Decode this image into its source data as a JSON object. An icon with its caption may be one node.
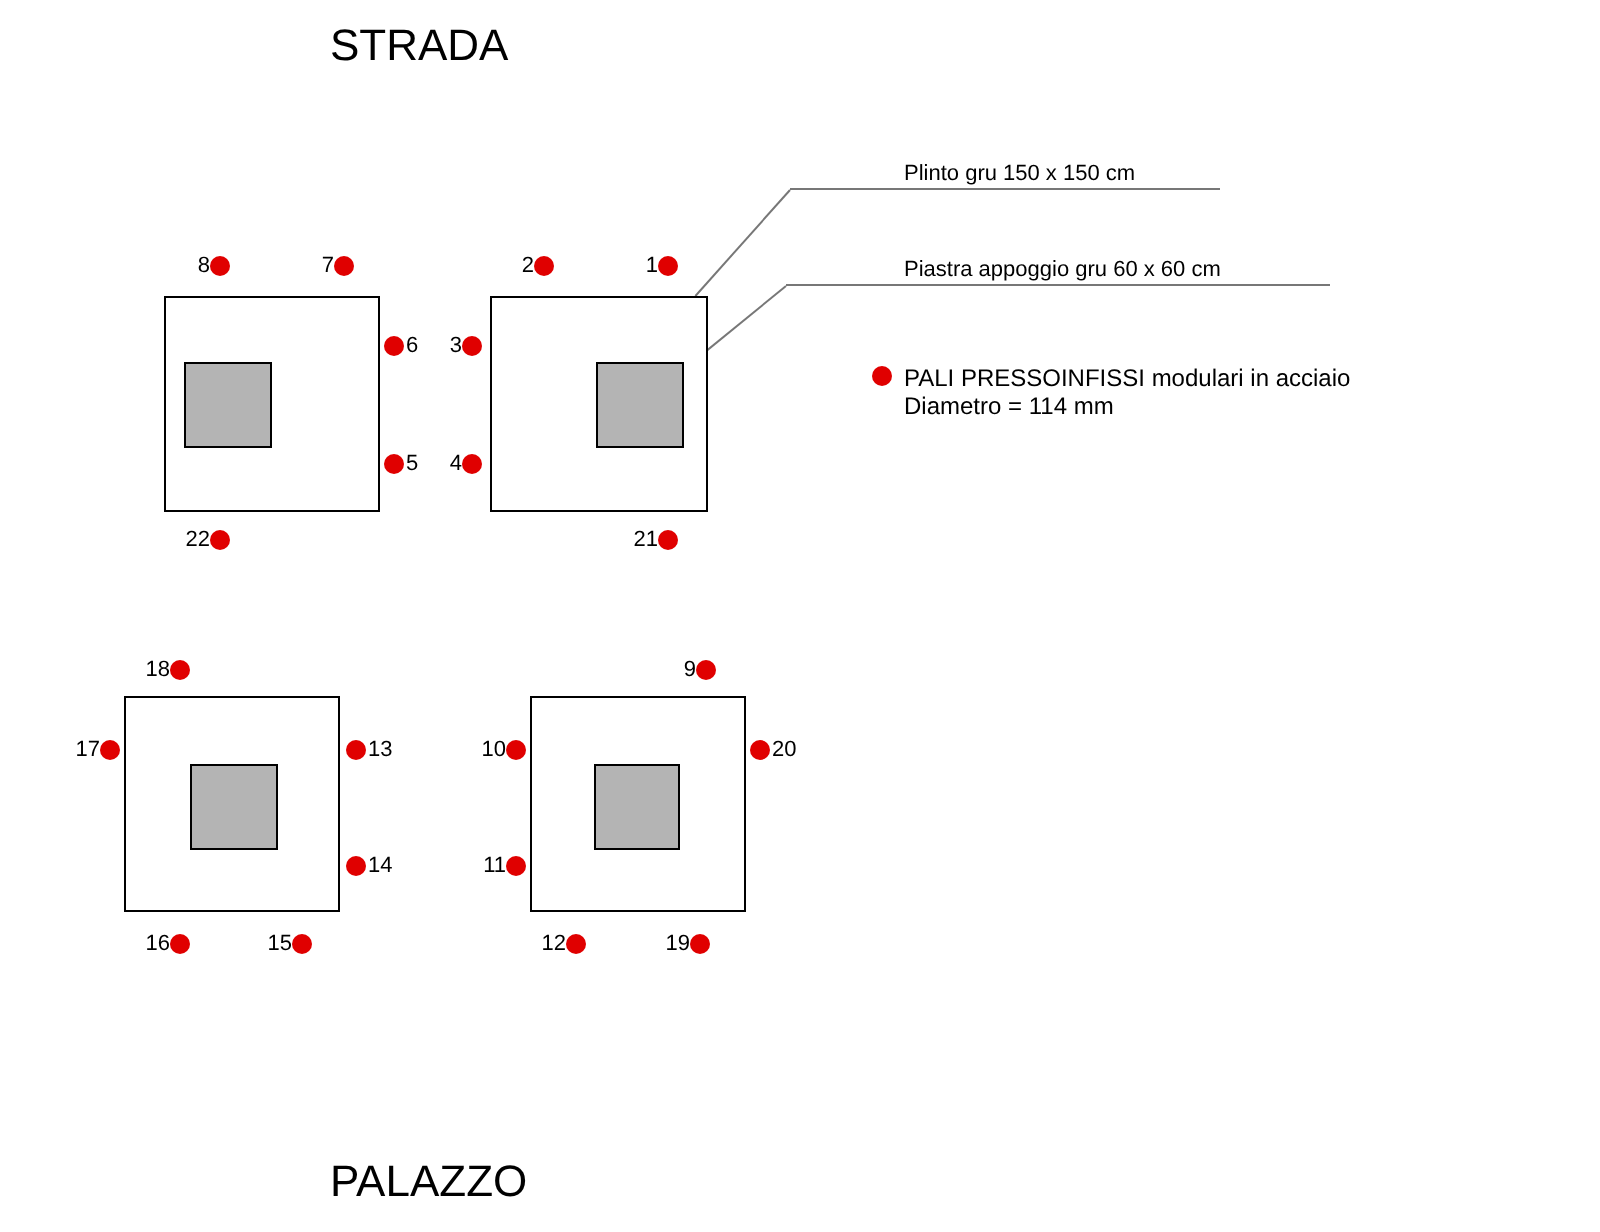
{
  "diagram": {
    "nodes": [
      {
        "text": [
          "Plinto gru 150 x 150 cm"
        ]
      },
      {
        "text": [
          "Piastra appoggio gru 60 x 60 cm"
        ]
      },
      {
        "text": [],
        "shape": "box"
      },
      {
        "text": [],
        "shape": "box",
        "in": 2
      },
      {
        "text": [],
        "shape": "box"
      },
      {
        "text": [],
        "shape": "box",
        "in": 4
      },
      {
        "text": [],
        "shape": "box"
      },
      {
        "text": [],
        "shape": "box",
        "in": 6
      },
      {
        "text": [],
        "shape": "box"
      },
      {
        "text": [],
        "shape": "box",
        "in": 8
      }
    ],
    "edges": [
      {
        "from": 0,
        "to": 4,
        "arrow": "none"
      },
      {
        "from": 1,
        "to": 5,
        "arrow": "none"
      }
    ],
    "labels": [
      "STRADA",
      "8",
      "7",
      "2",
      "1",
      "6",
      "3",
      "5",
      "4",
      "22",
      "21",
      "18",
      "9",
      "17",
      "13",
      "10",
      "20",
      "14",
      "11",
      "16",
      "15",
      "12",
      "19",
      "PALAZZO"
    ],
    "legend": [
      {
        "text": "PALI PRESSOINFISSI modulari in acciaio Diametro = 114 mm",
        "color": "#e00000"
      }
    ]
  }
}
